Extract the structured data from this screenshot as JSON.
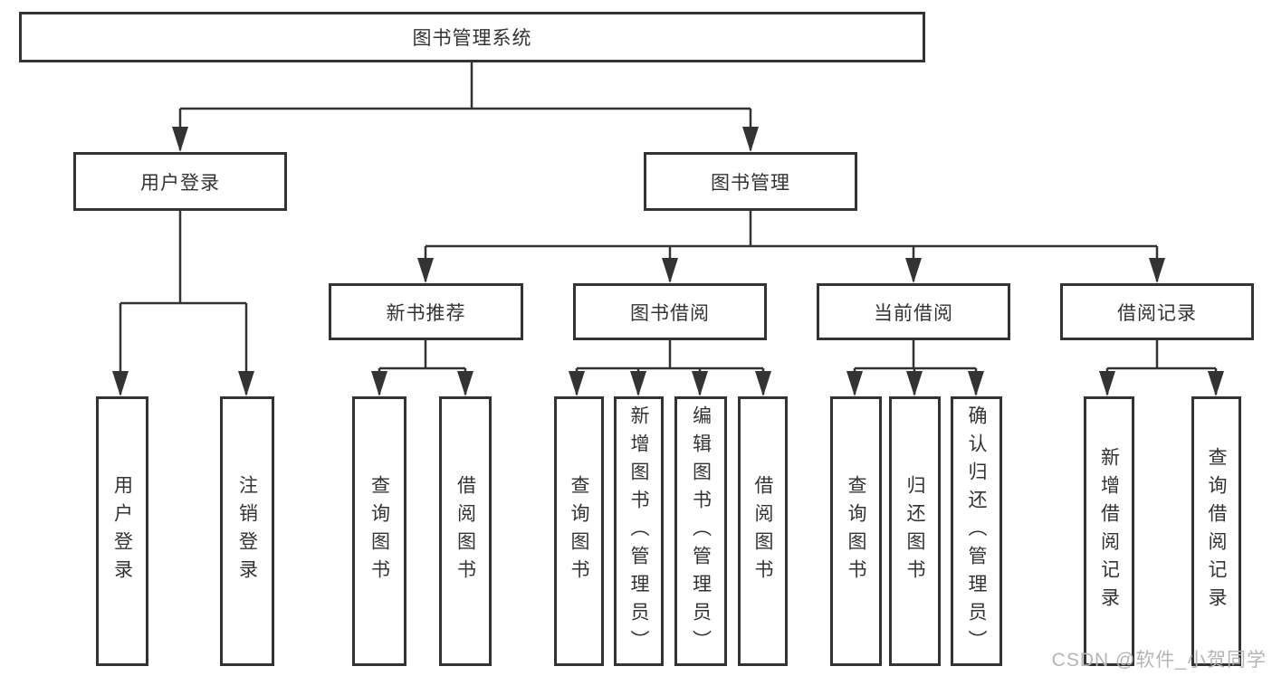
{
  "diagram": {
    "root": "图书管理系统",
    "branches": {
      "user_login": {
        "label": "用户登录",
        "children": [
          "用户登录",
          "注销登录"
        ]
      },
      "book_mgmt": {
        "label": "图书管理",
        "sections": [
          {
            "label": "新书推荐",
            "children": [
              "查询图书",
              "借阅图书"
            ]
          },
          {
            "label": "图书借阅",
            "children": [
              "查询图书",
              "新增图书（管理员）",
              "编辑图书（管理员）",
              "借阅图书"
            ]
          },
          {
            "label": "当前借阅",
            "children": [
              "查询图书",
              "归还图书",
              "确认归还（管理员）"
            ]
          },
          {
            "label": "借阅记录",
            "children": [
              "新增借阅记录",
              "查询借阅记录"
            ]
          }
        ]
      }
    }
  },
  "watermark": "CSDN @软件_小贺同学",
  "colors": {
    "line": "#333333",
    "box_border": "#333333",
    "text": "#333333",
    "watermark": "#b5b5b5",
    "background": "#ffffff"
  }
}
